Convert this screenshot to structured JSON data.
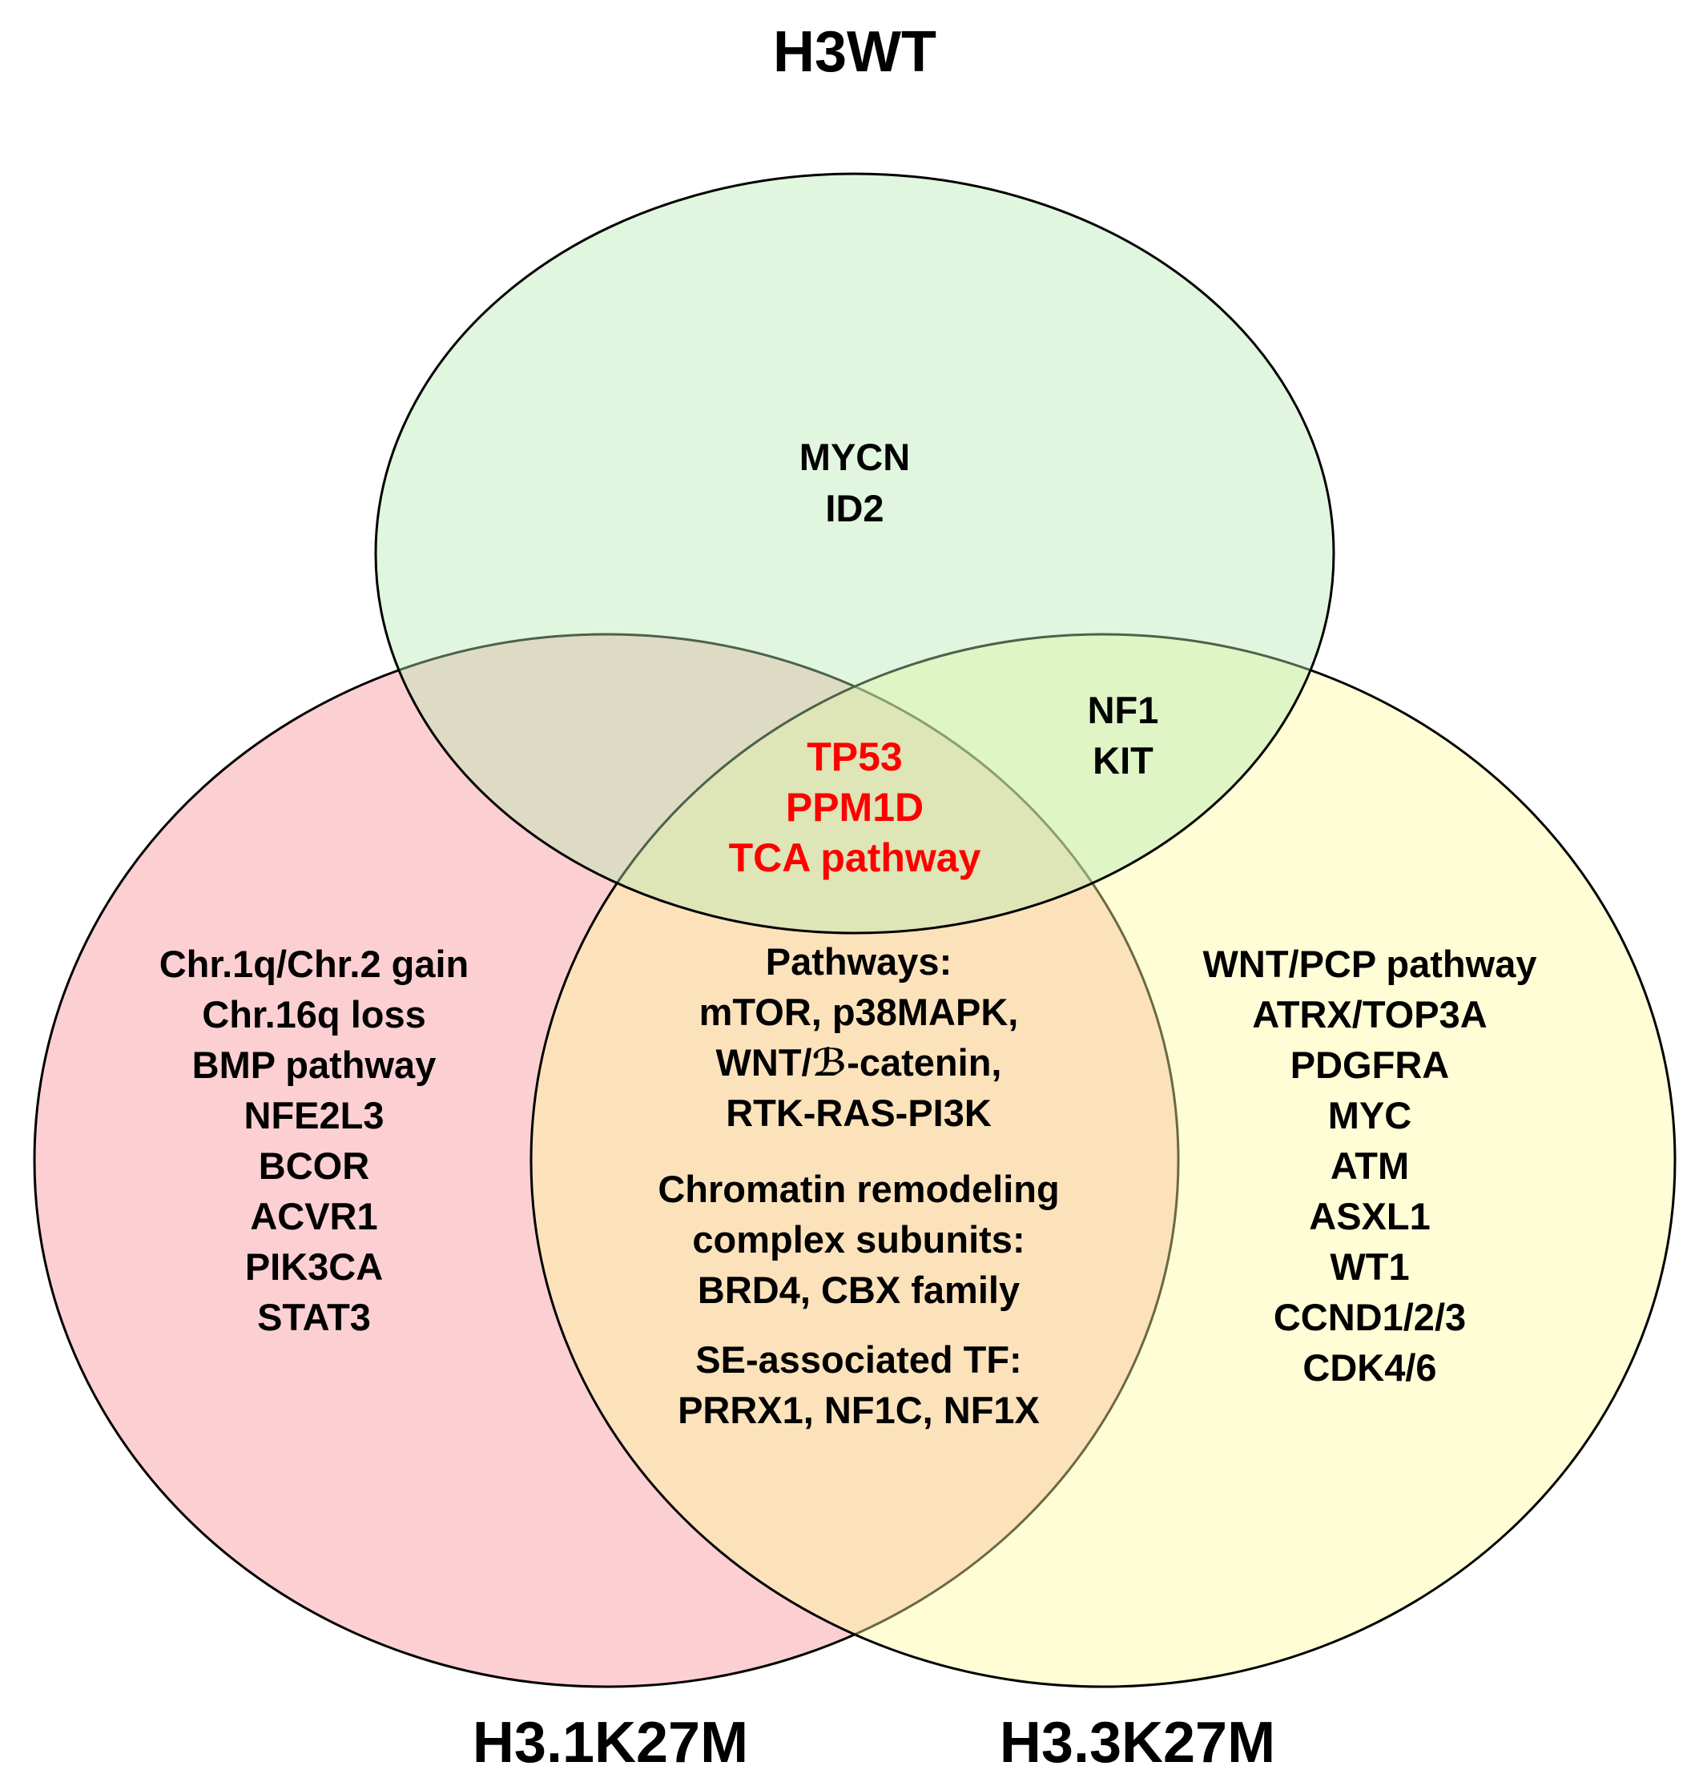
{
  "sets": {
    "wt": {
      "label": "H3WT",
      "color": "#b6eab0"
    },
    "k31": {
      "label": "H3.1K27M",
      "color": "#f98f94"
    },
    "k33": {
      "label": "H3.3K27M",
      "color": "#fdfa9b"
    }
  },
  "regions": {
    "wt_only": [
      "MYCN",
      "ID2"
    ],
    "wt_k33": [
      "NF1",
      "KIT"
    ],
    "all_three": [
      "TP53",
      "PPM1D",
      "TCA pathway"
    ],
    "k31_only": [
      "Chr.1q/Chr.2 gain",
      "Chr.16q loss",
      "BMP pathway",
      "NFE2L3",
      "BCOR",
      "ACVR1",
      "PIK3CA",
      "STAT3"
    ],
    "k33_only": [
      "WNT/PCP pathway",
      "ATRX/TOP3A",
      "PDGFRA",
      "MYC",
      "ATM",
      "ASXL1",
      "WT1",
      "CCND1/2/3",
      "CDK4/6"
    ],
    "k31_k33": {
      "pathways": [
        "Pathways:",
        "mTOR, p38MAPK,",
        "WNT/ℬ-catenin,",
        "RTK-RAS-PI3K"
      ],
      "chromatin": [
        "Chromatin remodeling",
        "complex subunits:",
        "BRD4, CBX family"
      ],
      "se_tf": [
        "SE-associated TF:",
        "PRRX1, NF1C, NF1X"
      ]
    }
  },
  "highlight_color": "#ff0000"
}
